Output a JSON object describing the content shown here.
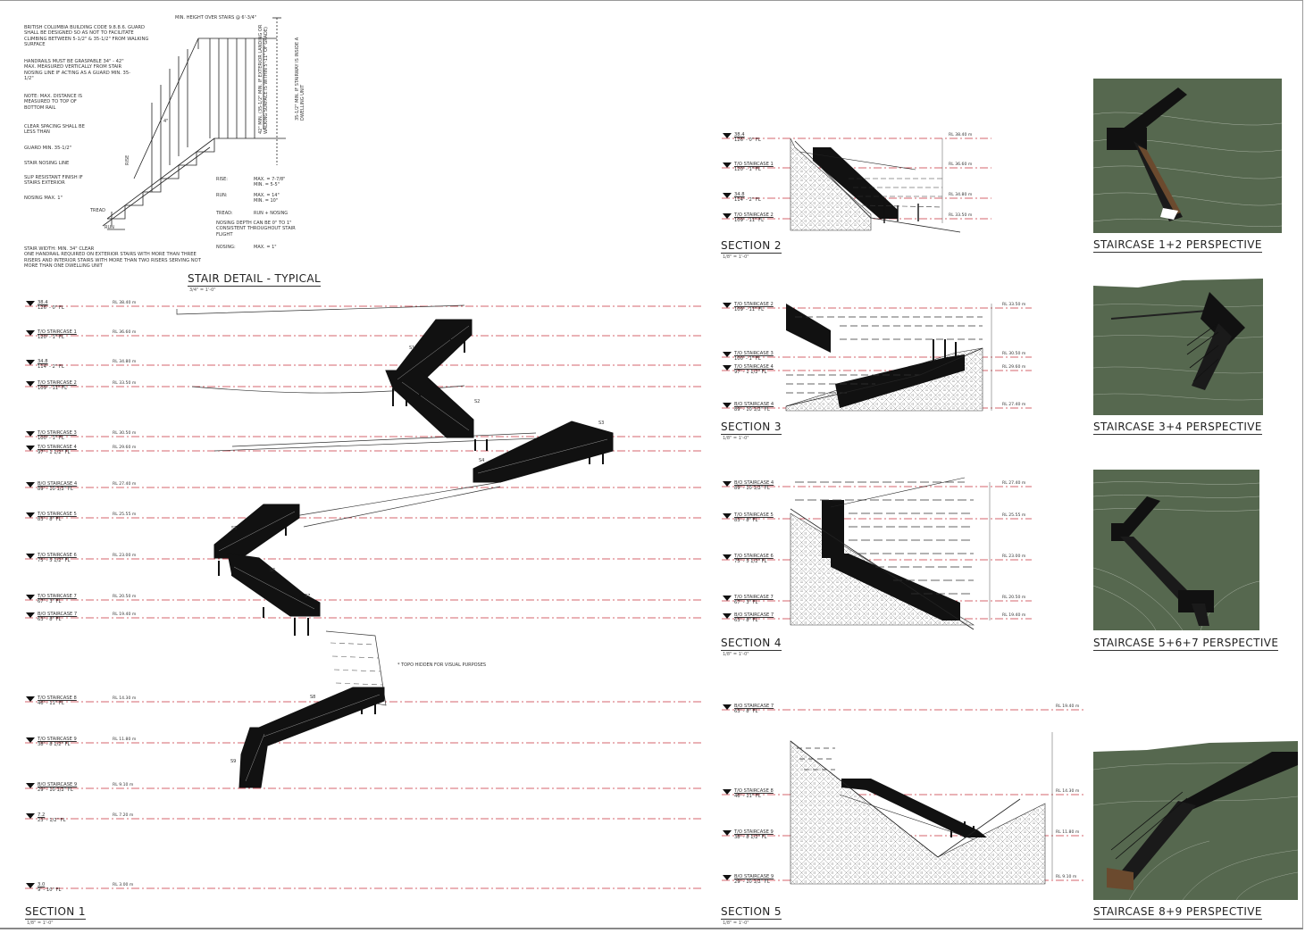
{
  "stair_detail": {
    "notes": [
      "BRITISH COLUMBIA BUILDING CODE 9.8.8.6. GUARD SHALL BE DESIGNED SO AS NOT TO FACILITATE CLIMBING BETWEEN 5-1/2\" & 35-1/2\" FROM WALKING SURFACE",
      "HANDRAILS MUST BE GRASPABLE 34\" - 42\" MAX. MEASURED VERTICALLY FROM STAIR NOSING LINE IF ACTING AS A GUARD MIN. 35-1/2\"",
      "NOTE: MAX. DISTANCE IS MEASURED TO TOP OF BOTTOM RAIL",
      "CLEAR SPACING SHALL BE LESS THAN",
      "GUARD MIN. 35-1/2\"",
      "STAIR NOSING LINE",
      "SLIP RESISTANT FINISH IF STAIRS EXTERIOR",
      "NOSING MAX. 1\""
    ],
    "top_note": "MIN. HEIGHT OVER STAIRS @ 6'-3/4\"",
    "vertical_note_1": "42\" MIN. (35-1/2\" MIN. IF EXTERIOR LANDING OR WALKING SURFACE IS WITHIN 5'-11\" OF GRADE)",
    "vertical_note_2": "35-1/2\" MIN. IF STAIRWAY IS INSIDE A DWELLING UNIT",
    "dim_4in": "4\"",
    "dim_rise": "RISE",
    "dim_tread": "TREAD",
    "dim_run": "RUN",
    "specs": [
      {
        "label": "RISE:",
        "value": "MAX. = 7-7/8\"\nMIN. = 5-5\""
      },
      {
        "label": "RUN:",
        "value": "MAX. = 14\"\nMIN. = 10\""
      },
      {
        "label": "TREAD:",
        "value": "RUN + NOSING"
      }
    ],
    "nosing_depth_note": "NOSING DEPTH CAN BE 0\" TO 1\" CONSISTENT THROUGHOUT STAIR FLIGHT",
    "nosing_spec": {
      "label": "NOSING:",
      "value": "MAX. = 1\""
    },
    "width_note": "STAIR WIDTH: MIN. 34\" CLEAR\nONE HANDRAIL REQUIRED ON EXTERIOR STAIRS WITH MORE THAN THREE RISERS AND INTERIOR STAIRS WITH MORE THAN TWO RISERS SERVING NOT MORE THAN ONE DWELLING UNIT",
    "title": "STAIR DETAIL - TYPICAL",
    "scale": "3/4\" = 1'-0\""
  },
  "section1": {
    "title": "SECTION 1",
    "scale": "1/8\" = 1'-0\"",
    "topo_note": "* TOPO HIDDEN FOR VISUAL PURPOSES",
    "stair_tags": [
      "S1",
      "S2",
      "S3",
      "S4",
      "S5",
      "S6",
      "S7",
      "S8",
      "S9"
    ],
    "levels": [
      {
        "name": "38.4",
        "elev": "126' - 0\" FL",
        "rl": "RL 38.40 m"
      },
      {
        "name": "T/O STAIRCASE 1",
        "elev": "120' - 1\" FL",
        "rl": "RL 36.60 m"
      },
      {
        "name": "34.8",
        "elev": "114' - 2\" FL",
        "rl": "RL 34.80 m"
      },
      {
        "name": "T/O STAIRCASE 2",
        "elev": "109' - 11\" FL",
        "rl": "RL 33.50 m"
      },
      {
        "name": "T/O STAIRCASE 3",
        "elev": "100' - 1\" FL",
        "rl": "RL 30.50 m"
      },
      {
        "name": "T/O STAIRCASE 4",
        "elev": "97' - 1 1/2\" FL",
        "rl": "RL 29.60 m"
      },
      {
        "name": "B/O STAIRCASE 4",
        "elev": "89' - 10 1/2\" FL",
        "rl": "RL 27.40 m"
      },
      {
        "name": "T/O STAIRCASE 5",
        "elev": "83' - 8\" FL",
        "rl": "RL 25.55 m"
      },
      {
        "name": "T/O STAIRCASE 6",
        "elev": "75' - 5 1/2\" FL",
        "rl": "RL 23.00 m"
      },
      {
        "name": "T/O STAIRCASE 7",
        "elev": "67' - 3\" FL",
        "rl": "RL 20.50 m"
      },
      {
        "name": "B/O STAIRCASE 7",
        "elev": "63' - 8\" FL",
        "rl": "RL 19.40 m"
      },
      {
        "name": "T/O STAIRCASE 8",
        "elev": "46' - 11\" FL",
        "rl": "RL 14.30 m"
      },
      {
        "name": "T/O STAIRCASE 9",
        "elev": "38' - 8 1/2\" FL",
        "rl": "RL 11.80 m"
      },
      {
        "name": "B/O STAIRCASE 9",
        "elev": "29' - 10 1/2\" FL",
        "rl": "RL 9.10 m"
      },
      {
        "name": "7.2",
        "elev": "23' - 1/2\" FL",
        "rl": "RL 7.20 m"
      },
      {
        "name": "3.0",
        "elev": "9' - 10\" FL",
        "rl": "RL 3.00 m"
      }
    ]
  },
  "section2": {
    "title": "SECTION 2",
    "scale": "1/8\" = 1'-0\"",
    "levels": [
      {
        "name": "38.4",
        "elev": "126' - 0\" FL",
        "rl": "RL 38.40 m"
      },
      {
        "name": "T/O STAIRCASE 1",
        "elev": "120' - 1\" FL",
        "rl": "RL 36.60 m"
      },
      {
        "name": "34.8",
        "elev": "114' - 2\" FL",
        "rl": "RL 34.80 m"
      },
      {
        "name": "T/O STAIRCASE 2",
        "elev": "109' - 11\" FL",
        "rl": "RL 33.50 m"
      }
    ]
  },
  "section3": {
    "title": "SECTION 3",
    "scale": "1/8\" = 1'-0\"",
    "levels": [
      {
        "name": "T/O STAIRCASE 2",
        "elev": "109' - 11\" FL",
        "rl": "RL 33.50 m"
      },
      {
        "name": "T/O STAIRCASE 3",
        "elev": "100' - 1\" FL",
        "rl": "RL 30.50 m"
      },
      {
        "name": "T/O STAIRCASE 4",
        "elev": "97' - 1 1/2\" FL",
        "rl": "RL 29.60 m"
      },
      {
        "name": "B/O STAIRCASE 4",
        "elev": "89' - 10 1/2\" FL",
        "rl": "RL 27.40 m"
      }
    ]
  },
  "section4": {
    "title": "SECTION 4",
    "scale": "1/8\" = 1'-0\"",
    "levels": [
      {
        "name": "B/O STAIRCASE 4",
        "elev": "89' - 10 1/2\" FL",
        "rl": "RL 27.40 m"
      },
      {
        "name": "T/O STAIRCASE 5",
        "elev": "83' - 8\" FL",
        "rl": "RL 25.55 m"
      },
      {
        "name": "T/O STAIRCASE 6",
        "elev": "75' - 5 1/2\" FL",
        "rl": "RL 23.00 m"
      },
      {
        "name": "T/O STAIRCASE 7",
        "elev": "67' - 3\" FL",
        "rl": "RL 20.50 m"
      },
      {
        "name": "B/O STAIRCASE 7",
        "elev": "63' - 8\" FL",
        "rl": "RL 19.40 m"
      }
    ]
  },
  "section5": {
    "title": "SECTION 5",
    "scale": "1/8\" = 1'-0\"",
    "levels": [
      {
        "name": "B/O STAIRCASE 7",
        "elev": "63' - 8\" FL",
        "rl": "RL 19.40 m"
      },
      {
        "name": "T/O STAIRCASE 8",
        "elev": "46' - 11\" FL",
        "rl": "RL 14.30 m"
      },
      {
        "name": "T/O STAIRCASE 9",
        "elev": "38' - 8 1/2\" FL",
        "rl": "RL 11.80 m"
      },
      {
        "name": "B/O STAIRCASE 9",
        "elev": "29' - 10 1/2\" FL",
        "rl": "RL 9.10 m"
      }
    ]
  },
  "perspectives": [
    {
      "title": "STAIRCASE 1+2 PERSPECTIVE"
    },
    {
      "title": "STAIRCASE 3+4 PERSPECTIVE"
    },
    {
      "title": "STAIRCASE 5+6+7 PERSPECTIVE"
    },
    {
      "title": "STAIRCASE 8+9 PERSPECTIVE"
    }
  ],
  "colors": {
    "level_line": "#c8323c",
    "terrain": "#56684f",
    "ink": "#111111"
  }
}
